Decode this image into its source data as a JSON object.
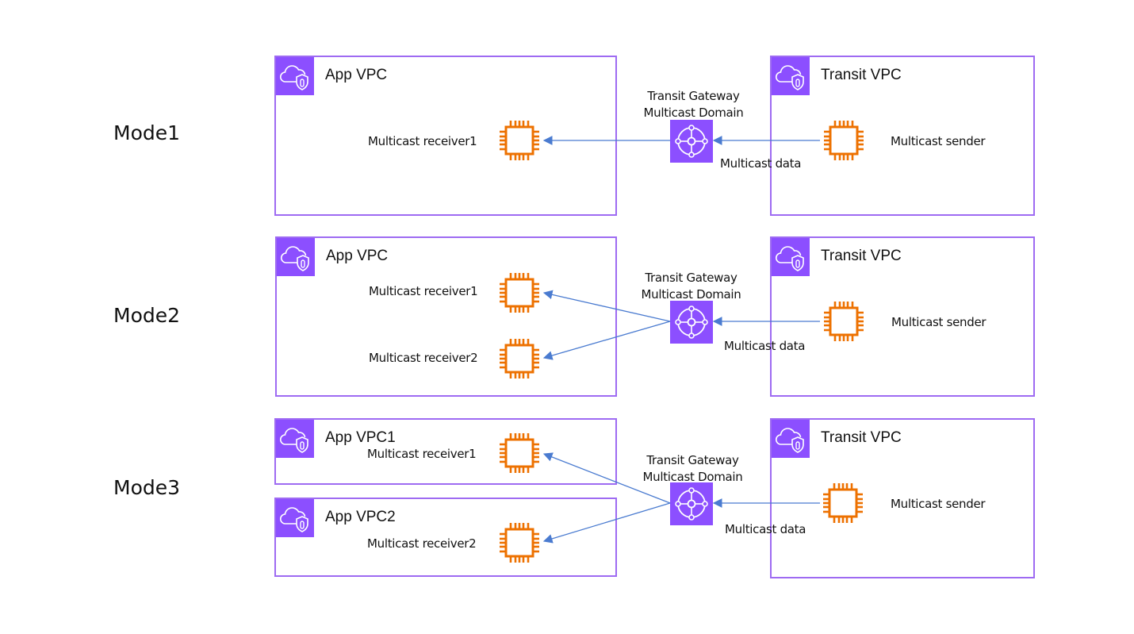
{
  "modes": [
    {
      "label": "Mode1",
      "app_vpcs": [
        {
          "title": "App VPC",
          "receivers": [
            "Multicast receiver1"
          ]
        }
      ],
      "gateway": {
        "line1": "Transit Gateway",
        "line2": "Multicast Domain"
      },
      "transit_vpc": {
        "title": "Transit VPC",
        "sender": "Multicast sender"
      },
      "flow_label": "Multicast data"
    },
    {
      "label": "Mode2",
      "app_vpcs": [
        {
          "title": "App VPC",
          "receivers": [
            "Multicast receiver1",
            "Multicast receiver2"
          ]
        }
      ],
      "gateway": {
        "line1": "Transit Gateway",
        "line2": "Multicast Domain"
      },
      "transit_vpc": {
        "title": "Transit VPC",
        "sender": "Multicast sender"
      },
      "flow_label": "Multicast data"
    },
    {
      "label": "Mode3",
      "app_vpcs": [
        {
          "title": "App VPC1",
          "receivers": [
            "Multicast receiver1"
          ]
        },
        {
          "title": "App VPC2",
          "receivers": [
            "Multicast receiver2"
          ]
        }
      ],
      "gateway": {
        "line1": "Transit Gateway",
        "line2": "Multicast Domain"
      },
      "transit_vpc": {
        "title": "Transit VPC",
        "sender": "Multicast sender"
      },
      "flow_label": "Multicast data"
    }
  ],
  "icons": {
    "vpc": "vpc-cloud-shield-icon",
    "instance": "ec2-instance-chip-icon",
    "gateway": "transit-gateway-hub-icon"
  },
  "colors": {
    "vpc_border": "#9e6bf2",
    "vpc_badge": "#8c4fff",
    "instance": "#ed7100",
    "arrow": "#4a7bd0"
  }
}
